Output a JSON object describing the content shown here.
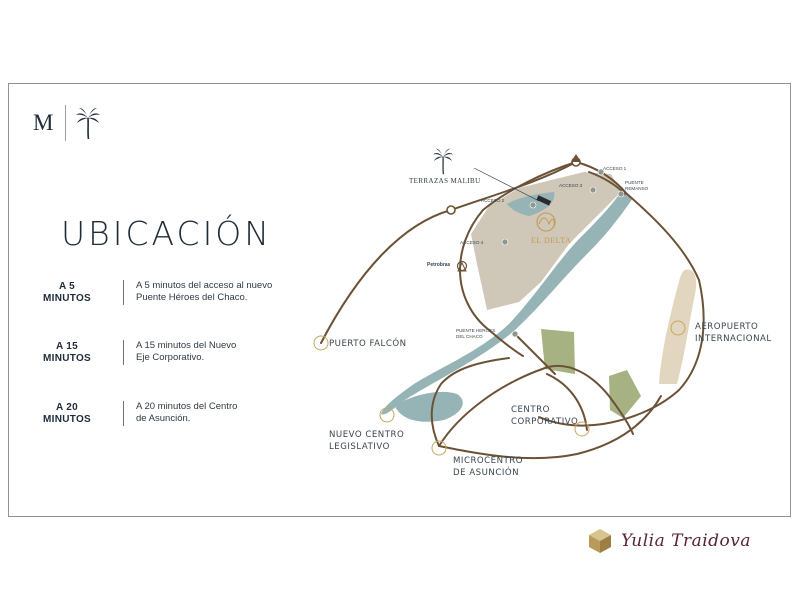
{
  "logo": {
    "letter": "M",
    "icon": "palm-tree-icon"
  },
  "title": "UBICACIÓN",
  "distances": [
    {
      "label_1": "A 5",
      "label_2": "MINUTOS",
      "line_1": "A 5 minutos del acceso al nuevo",
      "line_2": "Puente Héroes del Chaco."
    },
    {
      "label_1": "A 15",
      "label_2": "MINUTOS",
      "line_1": "A 15 minutos del Nuevo",
      "line_2": "Eje Corporativo."
    },
    {
      "label_1": "A 20",
      "label_2": "MINUTOS",
      "line_1": "A 20 minutos del Centro",
      "line_2": "de Asunción."
    }
  ],
  "map": {
    "development": "TERRAZAS MALIBU",
    "zone": "EL DELTA",
    "accesses": [
      "ACCESO 1",
      "ACCESO 2",
      "ACCESO 3",
      "ACCESO 4"
    ],
    "puente_remanso": [
      "PUENTE",
      "REMANSO"
    ],
    "puente_heroes": [
      "PUENTE HEROES",
      "DEL CHACO"
    ],
    "peaje": "Petrobras",
    "places": {
      "puerto_falcon": "PUERTO FALCÓN",
      "aeropuerto": [
        "AEROPUERTO",
        "INTERNACIONAL"
      ],
      "centro_corporativo": [
        "CENTRO",
        "CORPORATIVO"
      ],
      "nuevo_centro": [
        "NUEVO CENTRO",
        "LEGISLATIVO"
      ],
      "microcentro": [
        "MICROCENTRO",
        "DE ASUNCIÓN"
      ]
    },
    "colors": {
      "road": "#6b5237",
      "river": "#96b3b5",
      "land": "#cfc7b8",
      "park": "#a7b283",
      "airport": "#e3d6c0",
      "marker": "#c9a659"
    }
  },
  "signature": "Yulia Traidova"
}
